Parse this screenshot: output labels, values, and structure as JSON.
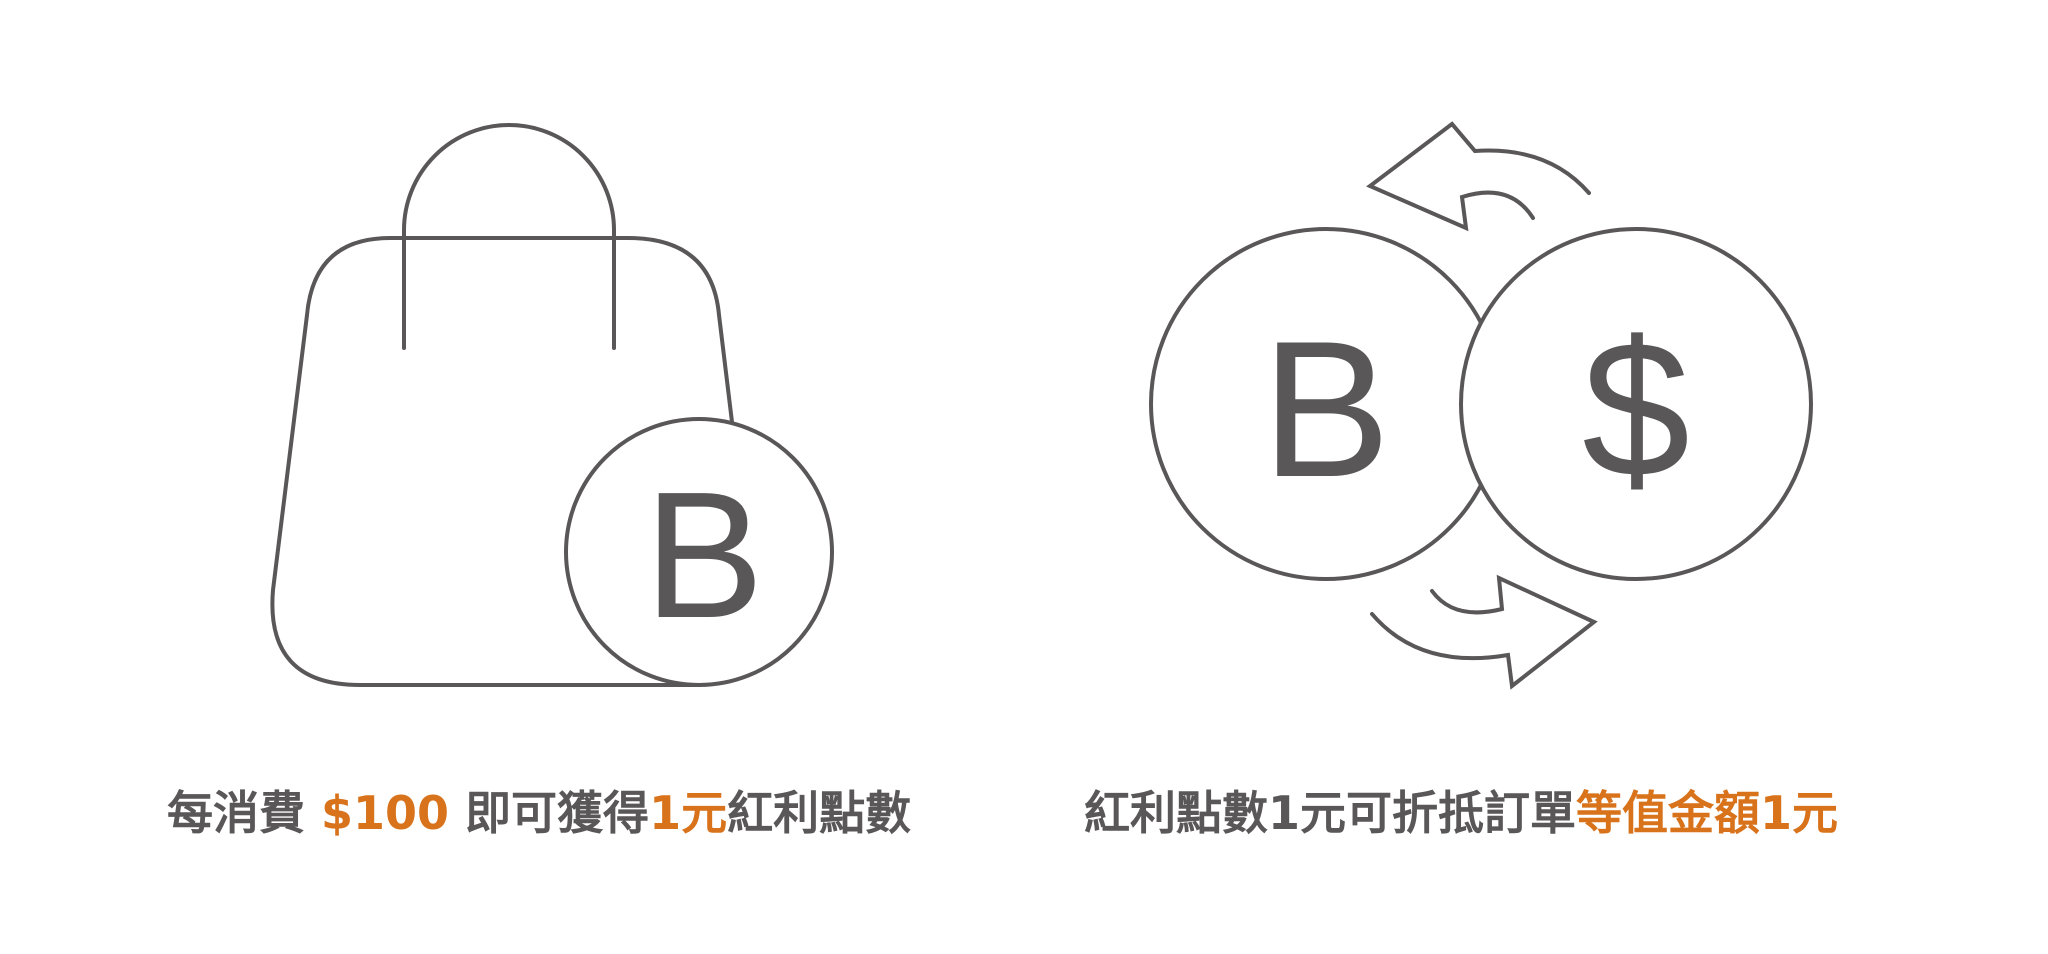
{
  "colors": {
    "line": "#595757",
    "accent": "#d8731c",
    "background": "#ffffff"
  },
  "earn": {
    "coin_letter": "B",
    "caption": {
      "part1": "每消費 ",
      "amount": "$100",
      "part2": " 即可獲得",
      "reward": "1元",
      "part3": "紅利點數"
    }
  },
  "redeem": {
    "coin_points_letter": "B",
    "coin_cash_symbol": "$",
    "caption": {
      "part1": "紅利點數1元可折抵訂單",
      "highlight": "等值金額1元"
    }
  }
}
